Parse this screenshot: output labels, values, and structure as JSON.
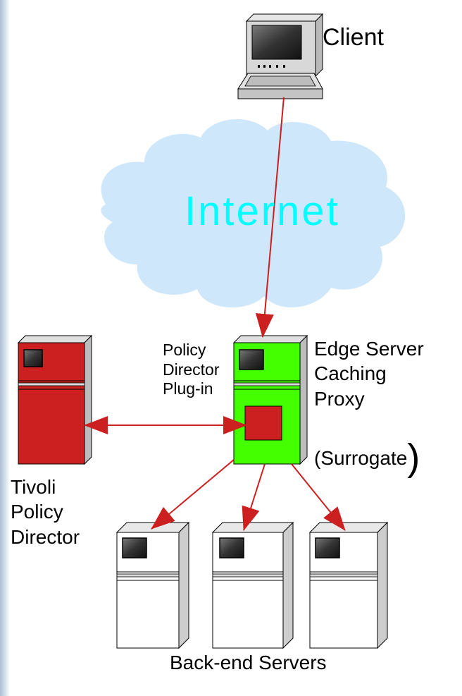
{
  "diagram": {
    "client_label": "Client",
    "internet_label": "Internet",
    "plugin_label_lines": [
      "Policy",
      "Director",
      "Plug-in"
    ],
    "edge_label_lines": [
      "Edge Server",
      "Caching",
      "Proxy"
    ],
    "surrogate_label": "(Surrogate",
    "surrogate_paren": ")",
    "tivoli_label_lines": [
      "Tivoli",
      "Policy",
      "Director"
    ],
    "backend_label": "Back-end Servers"
  },
  "colors": {
    "cloud_fill": "#cfe7fb",
    "internet_text": "#00ffff",
    "arrow": "#cc1f1f",
    "tivoli_server": "#cc1f1f",
    "edge_server": "#44ff00",
    "plugin_box": "#cc1f1f",
    "backend_server": "#ffffff"
  },
  "icons": [
    "client-computer-icon",
    "server-icon",
    "cloud-icon"
  ]
}
